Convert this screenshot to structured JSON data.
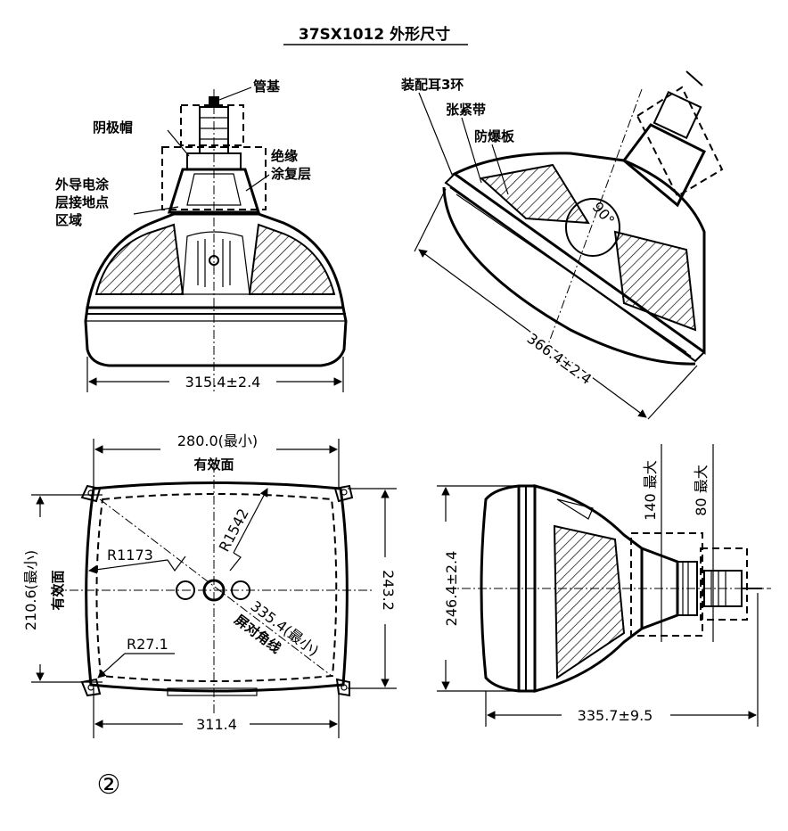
{
  "title": "37SX1012 外形尺寸",
  "figure_number": "②",
  "front_view": {
    "labels": {
      "base": "管基",
      "cathode_cap": "阴极帽",
      "insulating_layer_1": "绝缘",
      "insulating_layer_2": "涂复层",
      "conductive_coating_1": "外导电涂",
      "conductive_coating_2": "层接地点",
      "conductive_coating_3": "区域"
    },
    "dim_width": "315.4±2.4"
  },
  "perspective_view": {
    "labels": {
      "mounting_ear": "装配耳3环",
      "tension_band": "张紧带",
      "implosion_panel": "防爆板",
      "angle": "90°"
    },
    "dim_diagonal": "366.4±2.4"
  },
  "face_view": {
    "dim_top": "280.0(最小)",
    "effective_face_top": "有效面",
    "dim_left": "210.6(最小)",
    "effective_face_left": "有效面",
    "dim_right": "243.2",
    "r_large": "R1173",
    "r_medium": "R1542",
    "r_corner": "R27.1",
    "diag_value": "335.4(最小)",
    "diag_label": "屏对角线",
    "dim_bottom": "311.4"
  },
  "side_view": {
    "dim_height": "246.4±2.4",
    "dim_neck_1": "140 最大",
    "dim_neck_2": "80 最大",
    "dim_length": "335.7±9.5"
  }
}
